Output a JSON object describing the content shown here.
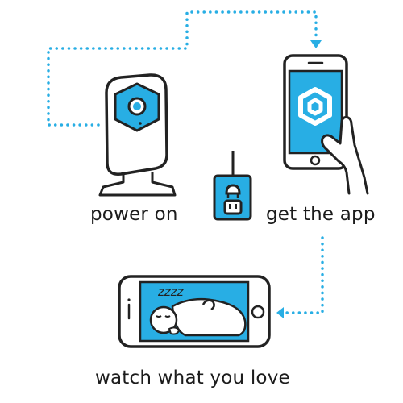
{
  "captions": {
    "power_on": "power on",
    "get_app": "get the app",
    "watch": "watch what you love"
  },
  "sleep_text": "zzzz",
  "colors": {
    "accent": "#28aee4",
    "outline": "#222222",
    "background": "#ffffff"
  },
  "icons": [
    "camera-icon",
    "power-outlet-icon",
    "phone-app-icon",
    "hand-icon",
    "landscape-phone-icon",
    "sleeping-baby-icon"
  ]
}
